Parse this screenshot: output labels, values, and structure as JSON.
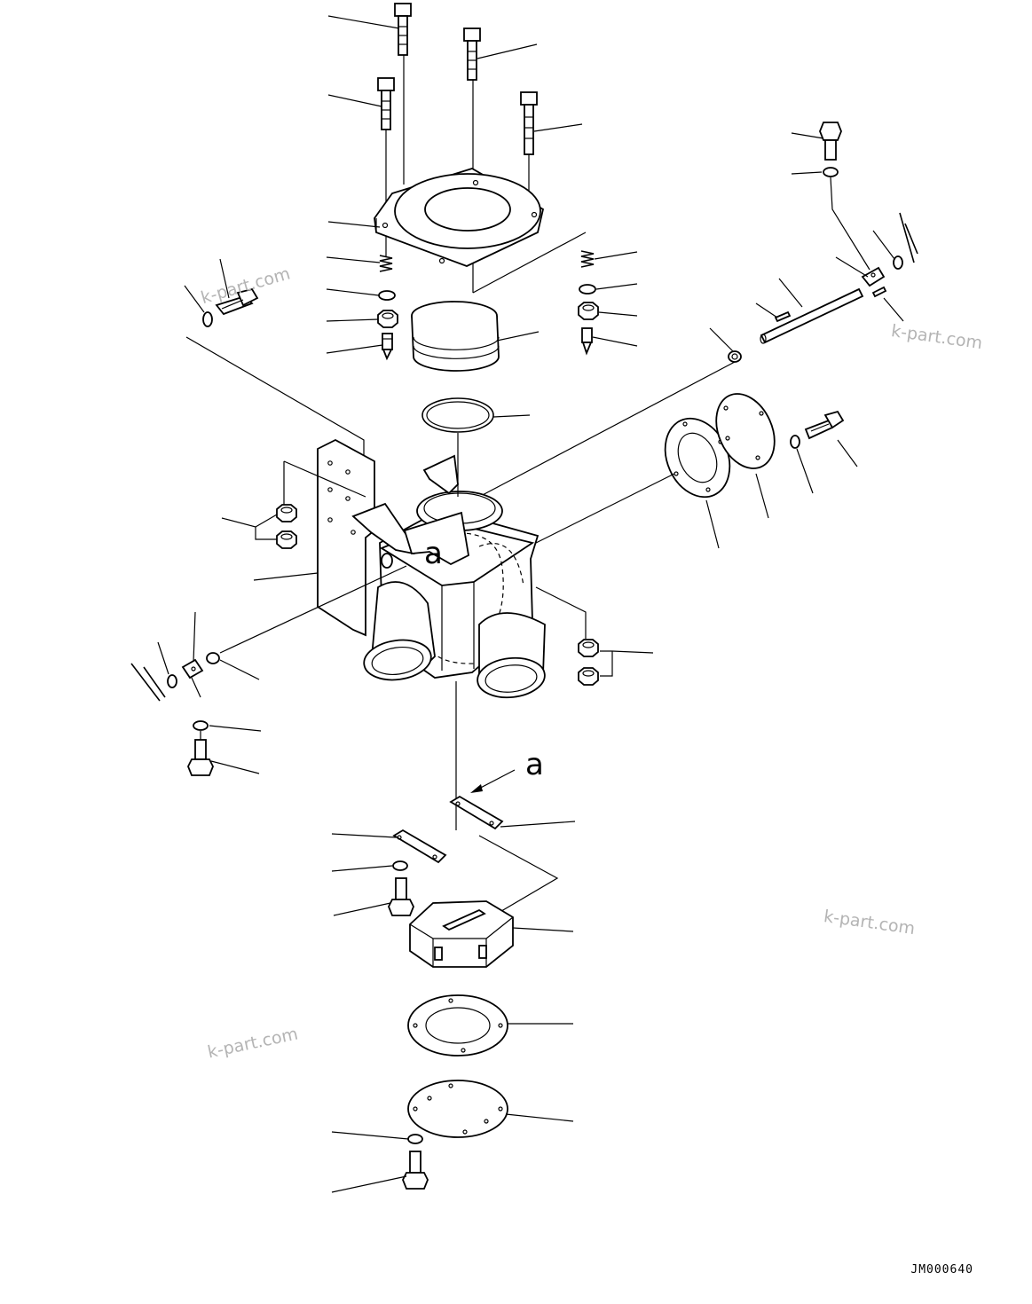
{
  "diagram": {
    "drawing_code": "JM000640",
    "view_marker": "a",
    "watermarks": [
      "k-part.com",
      "k-part.com",
      "k-part.com",
      "k-part.com"
    ]
  }
}
